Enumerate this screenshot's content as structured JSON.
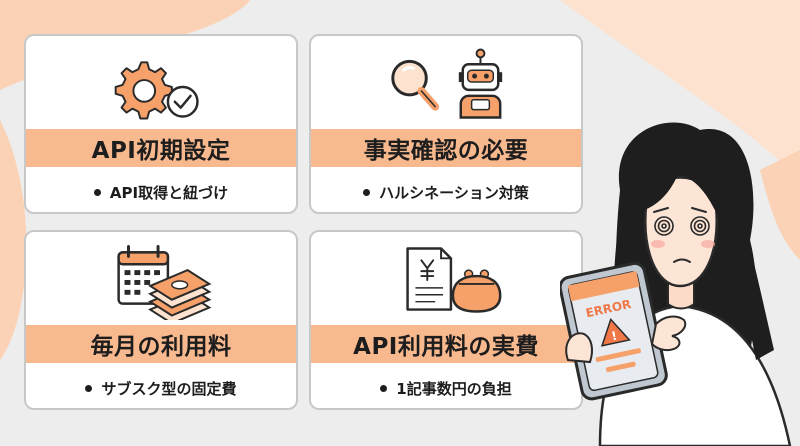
{
  "colors": {
    "background": "#ededed",
    "accent_band": "#f9b98e",
    "accent_icon": "#f6a06a",
    "outline": "#2a2a2a"
  },
  "cards": [
    {
      "title": "API初期設定",
      "bullet": "API取得と紐づけ",
      "icons": [
        "gear-icon",
        "check-circle-icon"
      ]
    },
    {
      "title": "事実確認の必要",
      "bullet": "ハルシネーション対策",
      "icons": [
        "magnifier-icon",
        "robot-icon"
      ]
    },
    {
      "title": "毎月の利用料",
      "bullet": "サブスク型の固定費",
      "icons": [
        "calendar-icon",
        "cash-stack-icon"
      ]
    },
    {
      "title": "API利用料の実費",
      "bullet": "1記事数円の負担",
      "icons": [
        "invoice-yen-icon",
        "coin-purse-icon"
      ]
    }
  ],
  "tablet": {
    "screen_text": "ERROR"
  }
}
